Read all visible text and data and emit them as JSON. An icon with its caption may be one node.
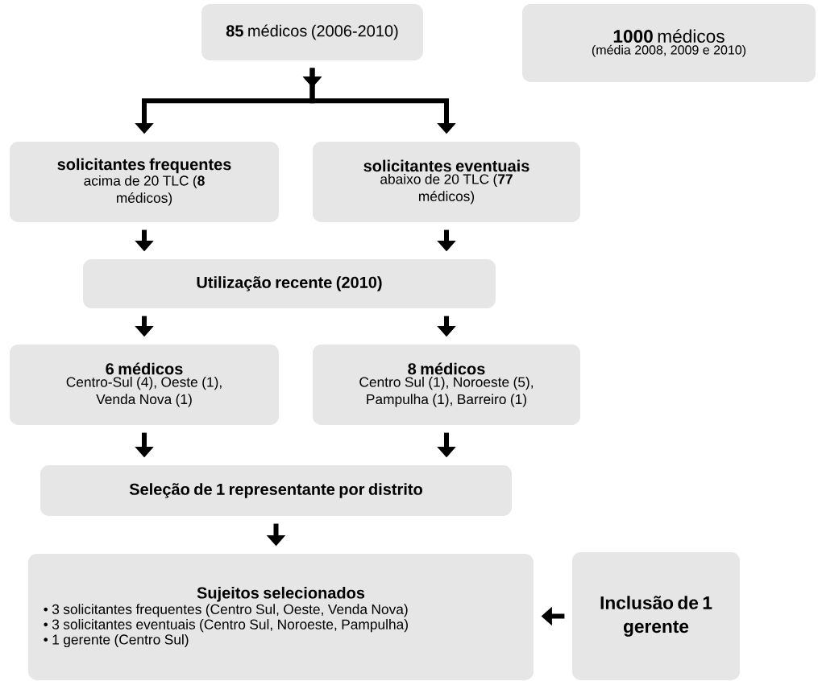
{
  "diagram": {
    "nodes": [
      {
        "text": [
          "**85** médicos (2006-2010)"
        ]
      },
      {
        "text": [
          "**1000** médicos",
          "(média 2008, 2009 e 2010)"
        ]
      },
      {
        "text": [
          "solicitantes frequentes",
          "acima de 20 TLC (**8** médicos)"
        ]
      },
      {
        "text": [
          "solicitantes eventuais",
          "abaixo de 20 TLC (**77** médicos)"
        ]
      },
      {
        "text": [
          "Utilização recente (2010)"
        ]
      },
      {
        "text": [
          "6 médicos",
          "Centro-Sul (4), Oeste (1), Venda Nova (1)"
        ]
      },
      {
        "text": [
          "8 médicos",
          "Centro Sul (1), Noroeste (5), Pampulha (1), Barreiro (1)"
        ]
      },
      {
        "text": [
          "Seleção de 1 representante por distrito"
        ]
      },
      {
        "text": [
          "Sujeitos selecionados",
          "• 3 solicitantes frequentes (Centro Sul, Oeste, Venda Nova)",
          "• 3 solicitantes eventuais (Centro Sul, Noroeste, Pampulha)",
          "• 1 gerente (Centro Sul)"
        ]
      },
      {
        "text": [
          "Inclusão de 1 gerente"
        ]
      }
    ],
    "edges": [
      {
        "from": 0,
        "to": 2,
        "arrow": "to"
      },
      {
        "from": 0,
        "to": 3,
        "arrow": "to"
      },
      {
        "from": 2,
        "to": 4,
        "arrow": "to"
      },
      {
        "from": 3,
        "to": 4,
        "arrow": "to"
      },
      {
        "from": 4,
        "to": 5,
        "arrow": "to"
      },
      {
        "from": 4,
        "to": 6,
        "arrow": "to"
      },
      {
        "from": 5,
        "to": 7,
        "arrow": "to"
      },
      {
        "from": 6,
        "to": 7,
        "arrow": "to"
      },
      {
        "from": 7,
        "to": 8,
        "arrow": "to"
      },
      {
        "from": 9,
        "to": 8,
        "arrow": "to"
      }
    ]
  }
}
